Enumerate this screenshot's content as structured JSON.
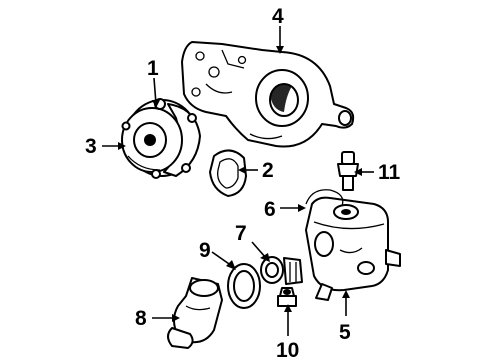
{
  "callouts": [
    {
      "id": 1,
      "label": "1"
    },
    {
      "id": 2,
      "label": "2"
    },
    {
      "id": 3,
      "label": "3"
    },
    {
      "id": 4,
      "label": "4"
    },
    {
      "id": 5,
      "label": "5"
    },
    {
      "id": 6,
      "label": "6"
    },
    {
      "id": 7,
      "label": "7"
    },
    {
      "id": 8,
      "label": "8"
    },
    {
      "id": 9,
      "label": "9"
    },
    {
      "id": 10,
      "label": "10"
    },
    {
      "id": 11,
      "label": "11"
    }
  ]
}
